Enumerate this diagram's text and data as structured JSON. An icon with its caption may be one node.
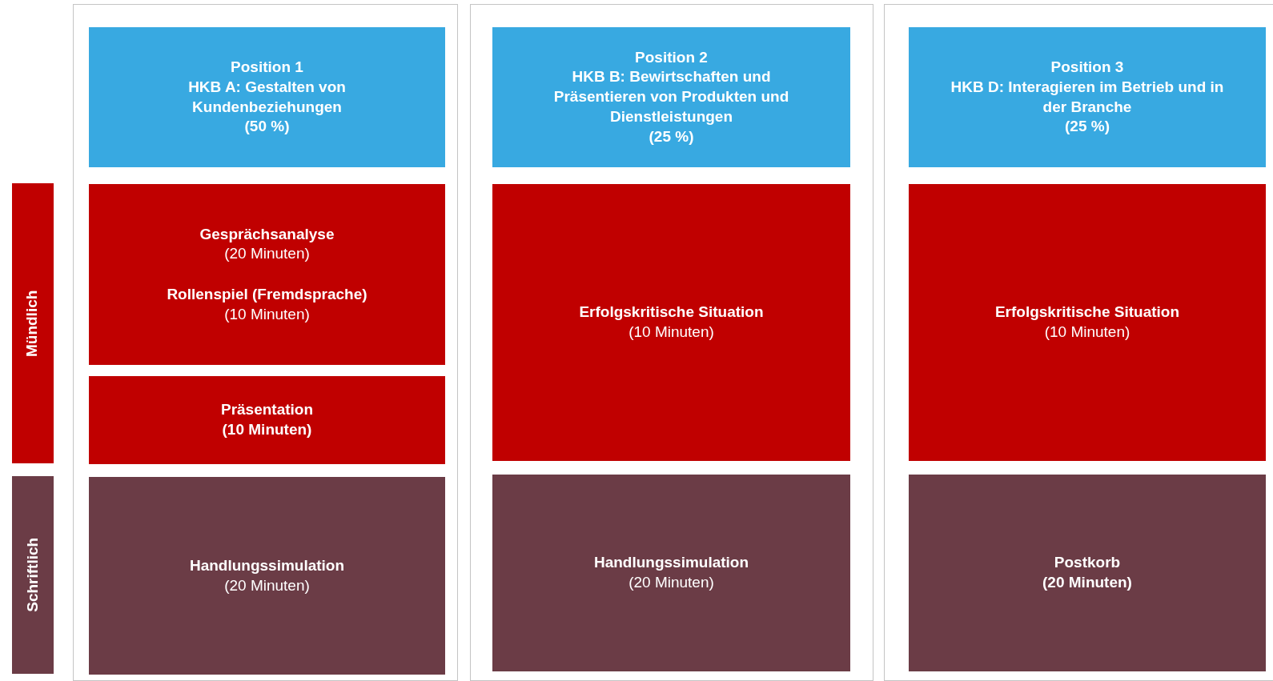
{
  "diagram": {
    "nodes": [
      {
        "text": [
          "Mündlich"
        ]
      },
      {
        "text": [
          "Schriftlich"
        ]
      },
      {
        "text": [],
        "shape": "box"
      },
      {
        "text": [
          "Position 1",
          "HKB A: Gestalten von Kundenbeziehungen",
          "(50 %)"
        ],
        "in": 2
      },
      {
        "text": [
          "Gesprächsanalyse",
          "(20 Minuten)",
          "Rollenspiel (Fremdsprache)",
          "(10 Minuten)"
        ],
        "in": 2
      },
      {
        "text": [
          "Präsentation",
          "(10 Minuten)"
        ],
        "in": 2
      },
      {
        "text": [
          "Handlungssimulation",
          "(20 Minuten)"
        ],
        "in": 2
      },
      {
        "text": [],
        "shape": "box"
      },
      {
        "text": [
          "Position 2",
          "HKB B: Bewirtschaften und Präsentieren von Produkten und Dienstleistungen",
          "(25 %)"
        ],
        "in": 7
      },
      {
        "text": [
          "Erfolgskritische Situation",
          "(10 Minuten)"
        ],
        "in": 7
      },
      {
        "text": [
          "Handlungssimulation",
          "(20 Minuten)"
        ],
        "in": 7
      },
      {
        "text": [],
        "shape": "box"
      },
      {
        "text": [
          "Position 3",
          "HKB D: Interagieren im Betrieb und in der Branche",
          "(25 %)"
        ],
        "in": 11
      },
      {
        "text": [
          "Erfolgskritische Situation",
          "(10 Minuten)"
        ],
        "in": 11
      },
      {
        "text": [
          "Postkorb",
          "(20 Minuten)"
        ],
        "in": 11
      }
    ]
  }
}
